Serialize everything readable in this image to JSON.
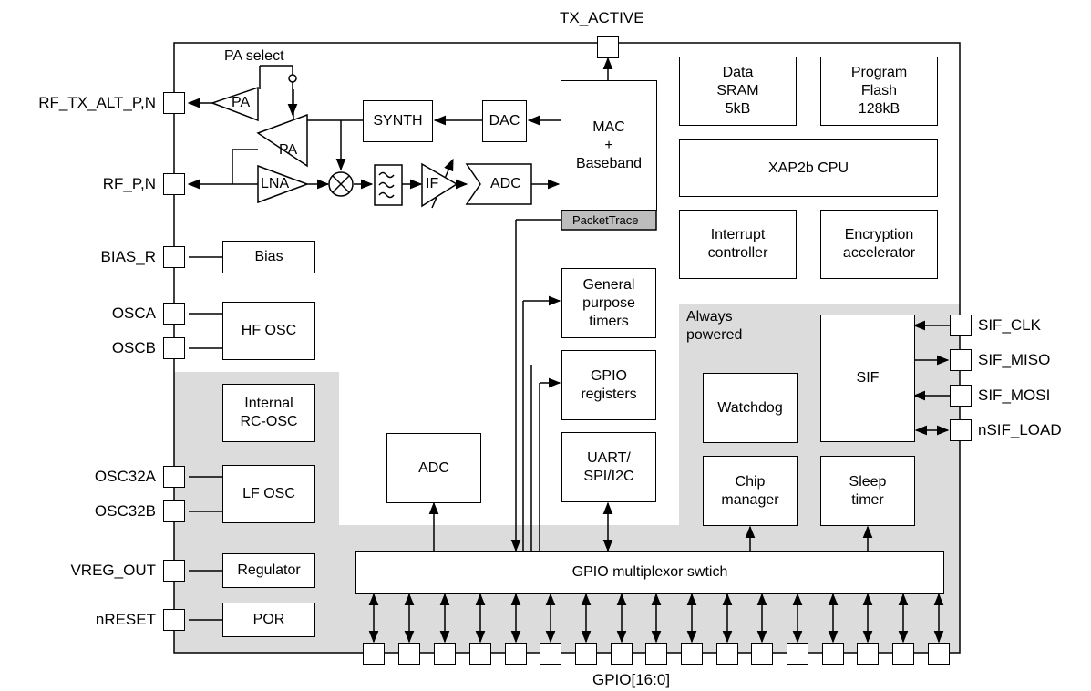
{
  "pins_left": [
    {
      "id": "rf_tx_alt",
      "label": "RF_TX_ALT_P,N"
    },
    {
      "id": "rf_p",
      "label": "RF_P,N"
    },
    {
      "id": "bias_r",
      "label": "BIAS_R"
    },
    {
      "id": "osca",
      "label": "OSCA"
    },
    {
      "id": "oscb",
      "label": "OSCB"
    },
    {
      "id": "osc32a",
      "label": "OSC32A"
    },
    {
      "id": "osc32b",
      "label": "OSC32B"
    },
    {
      "id": "vreg_out",
      "label": "VREG_OUT"
    },
    {
      "id": "nreset",
      "label": "nRESET"
    }
  ],
  "pins_right": [
    {
      "id": "sif_clk",
      "label": "SIF_CLK"
    },
    {
      "id": "sif_miso",
      "label": "SIF_MISO"
    },
    {
      "id": "sif_mosi",
      "label": "SIF_MOSI"
    },
    {
      "id": "nsif_load",
      "label": "nSIF_LOAD"
    }
  ],
  "tx_active": "TX_ACTIVE",
  "gpio_bus": "GPIO[16:0]",
  "pa_select": "PA select",
  "always_powered": "Always\npowered",
  "blocks": {
    "synth": "SYNTH",
    "dac": "DAC",
    "mac": "MAC\n+\nBaseband",
    "packet_trace": "PacketTrace",
    "adc_rf": "ADC",
    "if": "IF",
    "lna": "LNA",
    "pa_top": "PA",
    "pa_bottom": "PA",
    "data_sram": "Data\nSRAM\n5kB",
    "program_flash": "Program\nFlash\n128kB",
    "cpu": "XAP2b CPU",
    "interrupt": "Interrupt\ncontroller",
    "encryption": "Encryption\naccelerator",
    "bias": "Bias",
    "hf_osc": "HF OSC",
    "rc_osc": "Internal\nRC-OSC",
    "lf_osc": "LF OSC",
    "regulator": "Regulator",
    "por": "POR",
    "adc": "ADC",
    "gp_timers": "General\npurpose\ntimers",
    "gpio_regs": "GPIO\nregisters",
    "uart": "UART/\nSPI/I2C",
    "watchdog": "Watchdog",
    "sif": "SIF",
    "chip_manager": "Chip\nmanager",
    "sleep_timer": "Sleep\ntimer",
    "gpio_mux": "GPIO multiplexor swtich"
  }
}
